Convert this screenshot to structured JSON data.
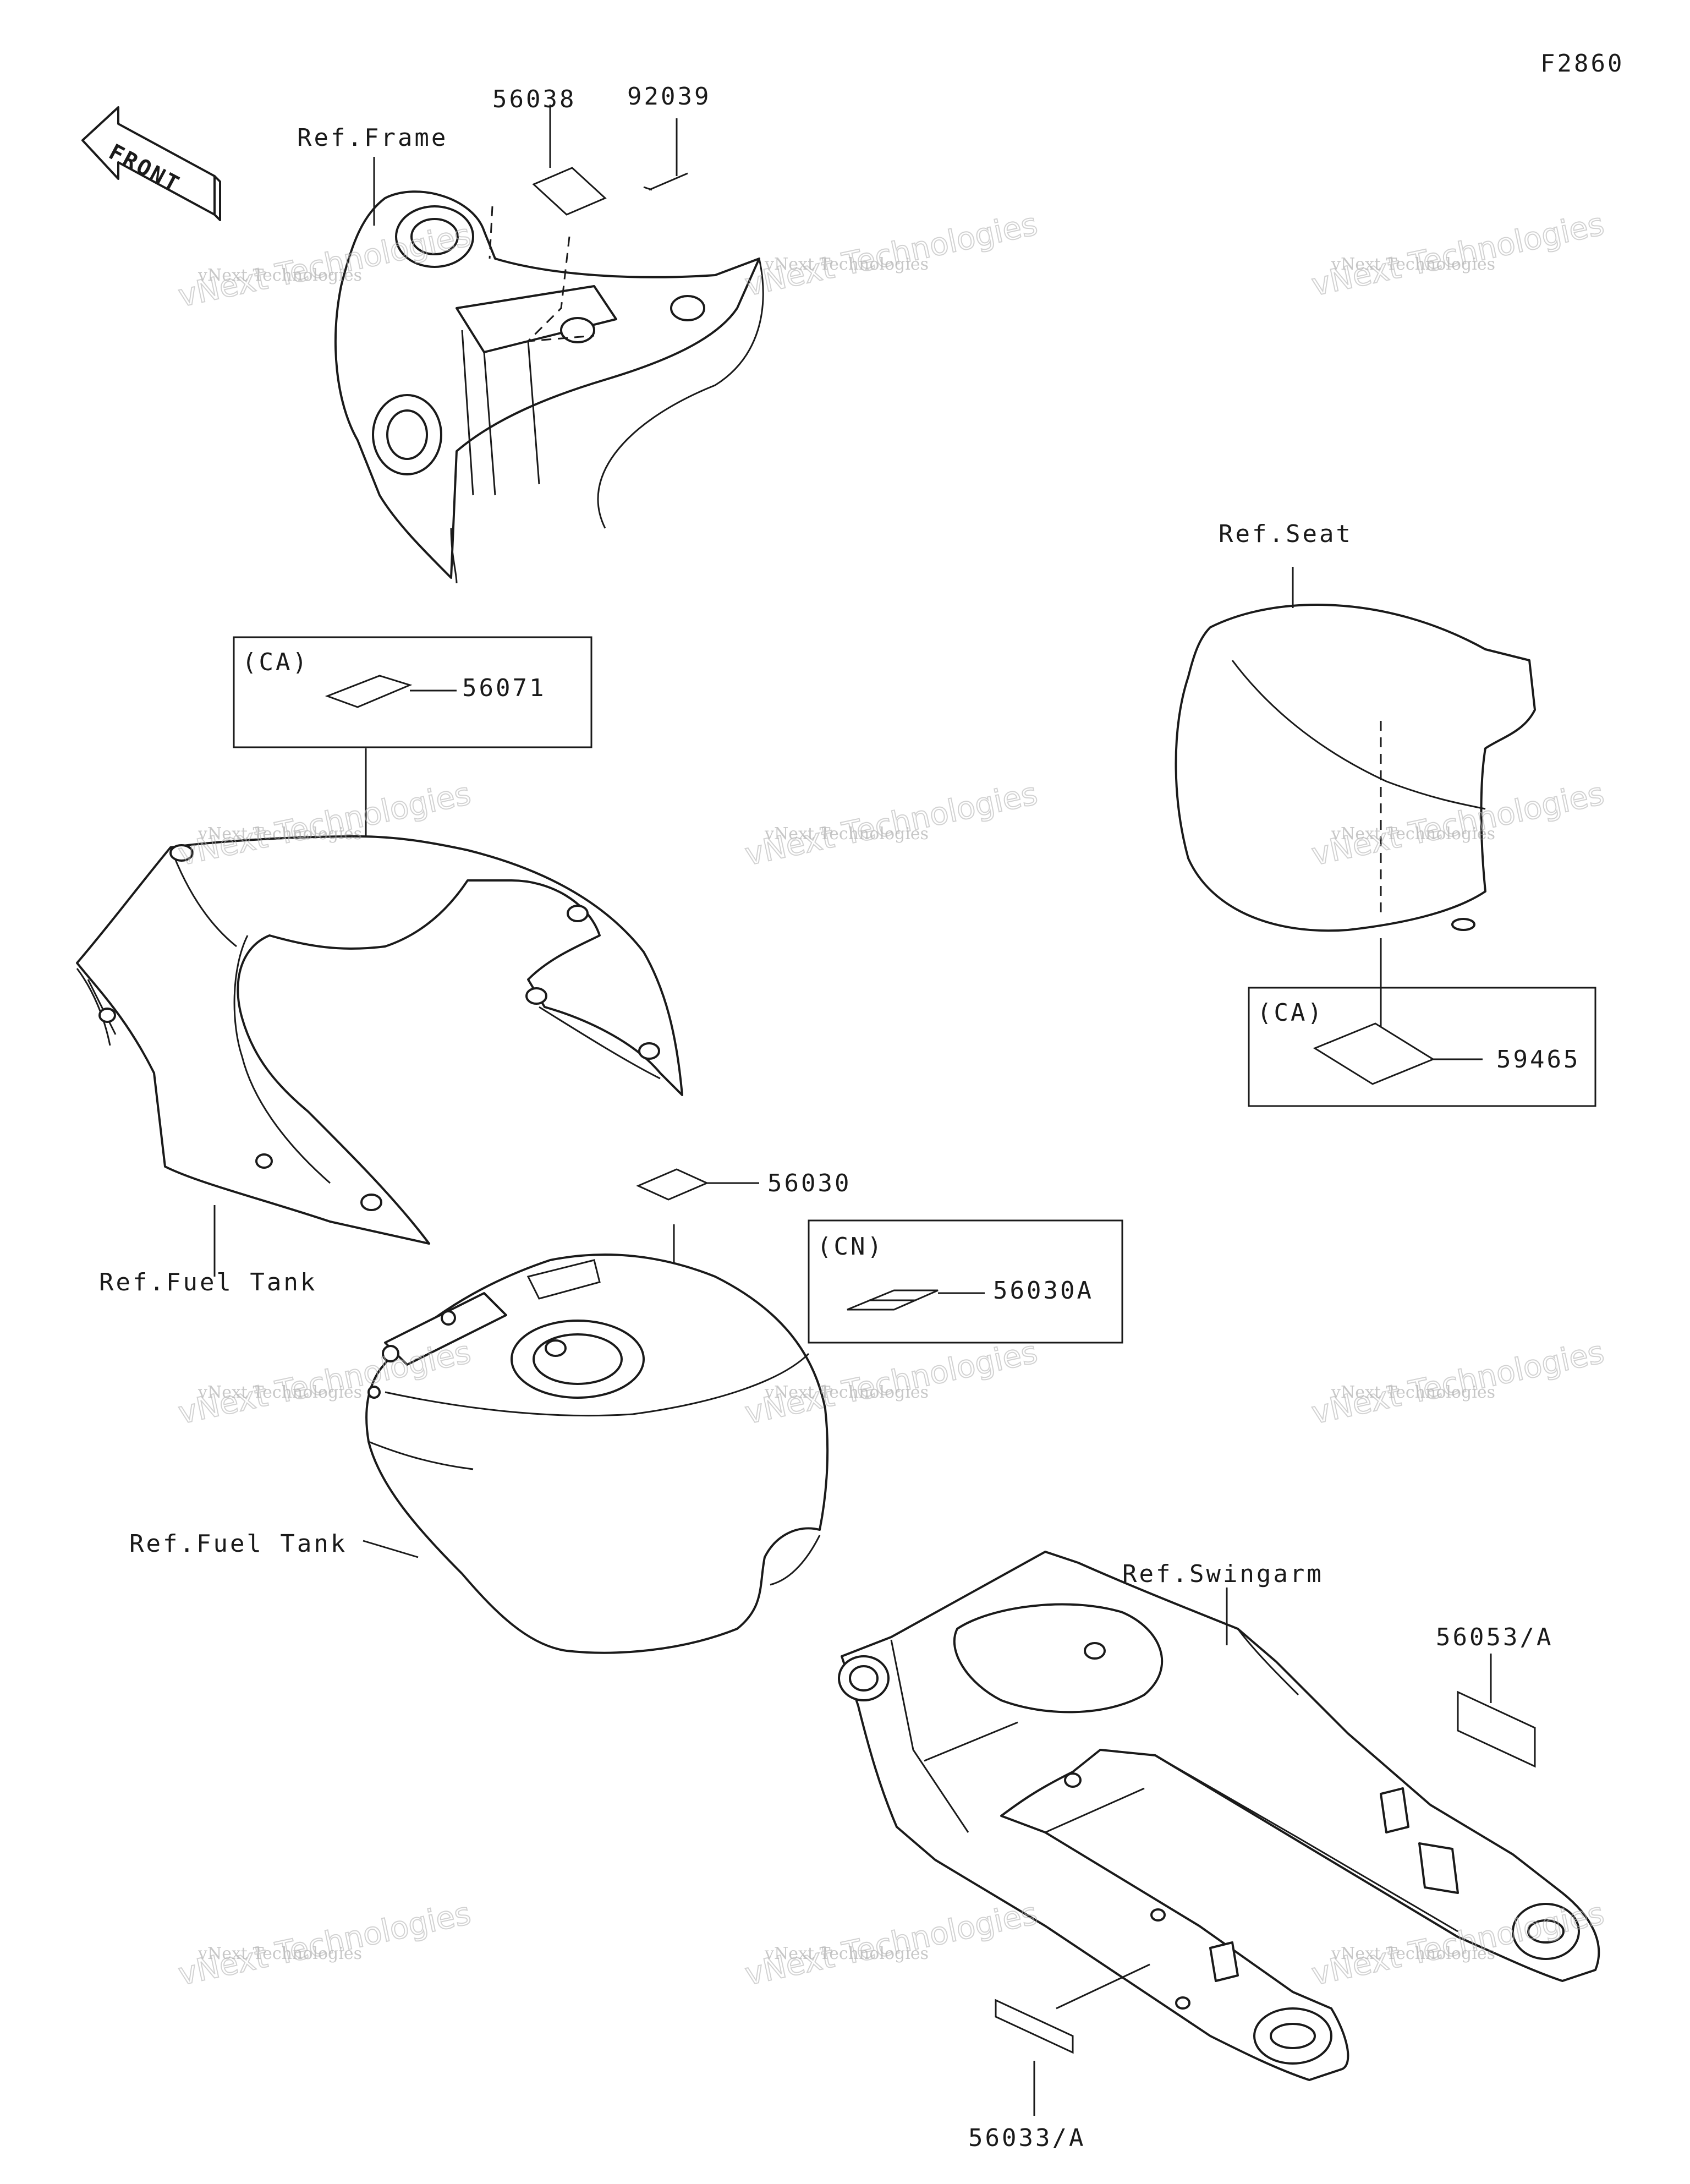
{
  "figure_code": "F2860",
  "front_arrow_label": "FRONT",
  "watermark": {
    "line1": "vNext Technologies",
    "line2": "vNext Technologies"
  },
  "refs": {
    "frame": "Ref.Frame",
    "seat": "Ref.Seat",
    "fuel_tank_cover": "Ref.Fuel Tank",
    "fuel_tank": "Ref.Fuel Tank",
    "swingarm": "Ref.Swingarm"
  },
  "parts": {
    "p56038": "56038",
    "p92039": "92039",
    "p56071": "56071",
    "p59465": "59465",
    "p56030": "56030",
    "p56030A": "56030A",
    "p56053A": "56053/A",
    "p56033A": "56033/A"
  },
  "region_boxes": {
    "ca_tank": "(CA)",
    "ca_seat": "(CA)",
    "cn_tank": "(CN)"
  }
}
